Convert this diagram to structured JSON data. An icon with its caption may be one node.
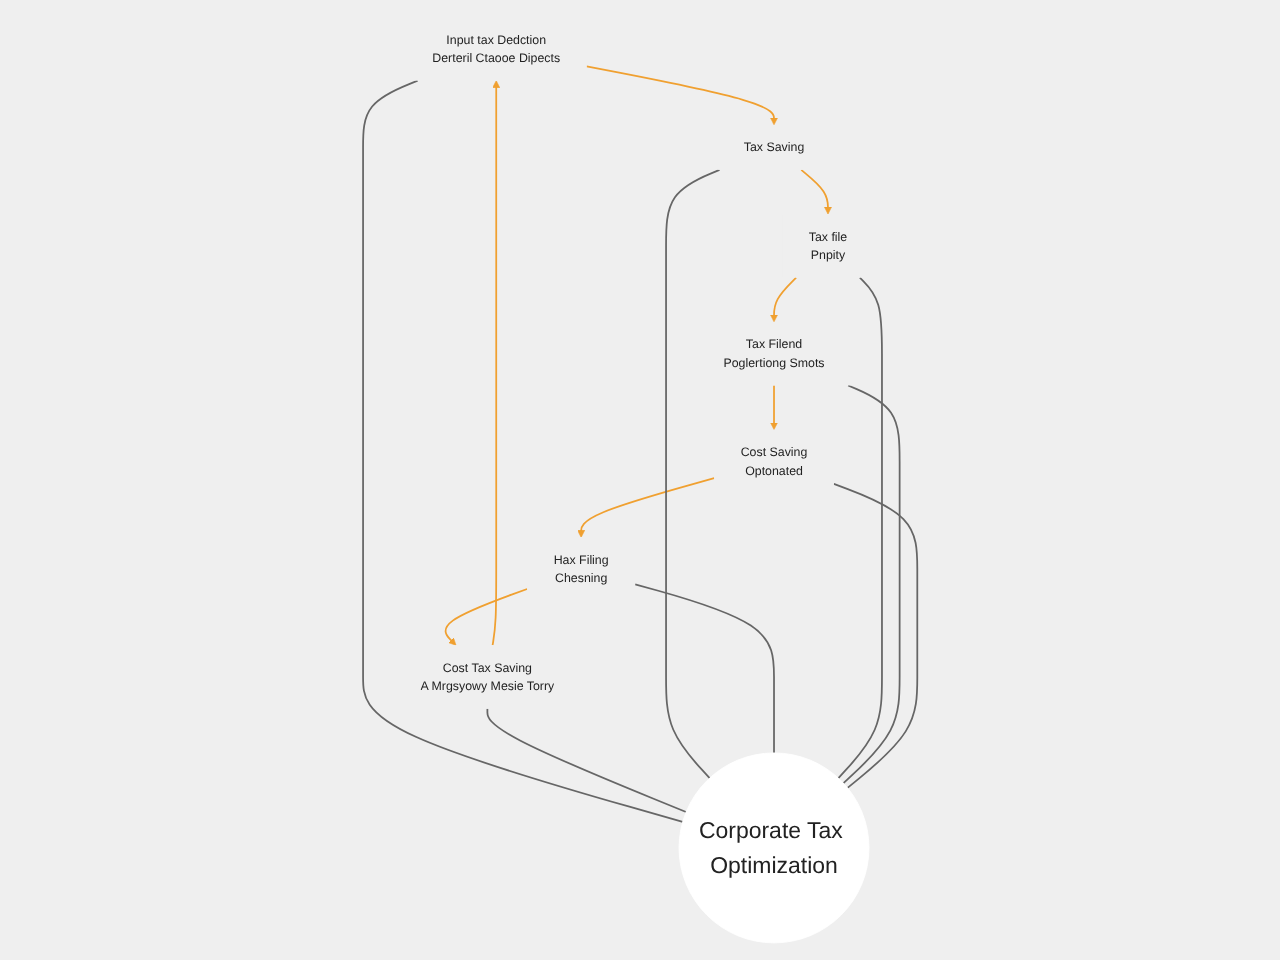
{
  "diagram": {
    "nodes": [
      {
        "text": [
          "Input tax Dedction",
          "Derteril Ctaooe Dipects"
        ]
      },
      {
        "text": [
          "Cost Tax Saving",
          "A Mrgsyowy Mesie Torry"
        ]
      },
      {
        "text": [
          "Tax Saving"
        ]
      },
      {
        "text": [
          "Corporate Tax Optimization"
        ]
      },
      {
        "text": [
          "Hax Filing",
          "Chesning"
        ]
      },
      {
        "text": [
          "Tax file",
          "Pnpity"
        ]
      },
      {
        "text": [
          "Tax Filend",
          "Poglertiong Smots"
        ]
      },
      {
        "text": [
          "Cost Saving",
          "Optonated"
        ]
      }
    ],
    "edges": [
      {
        "from": 0,
        "to": 2,
        "arrow": "to",
        "color": "#f0a030"
      },
      {
        "from": 2,
        "to": 5,
        "arrow": "to",
        "color": "#f0a030"
      },
      {
        "from": 5,
        "to": 6,
        "arrow": "to",
        "color": "#f0a030"
      },
      {
        "from": 6,
        "to": 7,
        "arrow": "to",
        "color": "#f0a030"
      },
      {
        "from": 7,
        "to": 4,
        "arrow": "to",
        "color": "#f0a030"
      },
      {
        "from": 4,
        "to": 1,
        "arrow": "to",
        "color": "#f0a030"
      },
      {
        "from": 1,
        "to": 0,
        "arrow": "to",
        "color": "#f0a030"
      },
      {
        "from": 0,
        "to": 3,
        "arrow": "none",
        "color": "#666666"
      },
      {
        "from": 1,
        "to": 3,
        "arrow": "none",
        "color": "#666666"
      },
      {
        "from": 2,
        "to": 3,
        "arrow": "none",
        "color": "#666666"
      },
      {
        "from": 4,
        "to": 3,
        "arrow": "none",
        "color": "#666666"
      },
      {
        "from": 5,
        "to": 3,
        "arrow": "none",
        "color": "#666666"
      },
      {
        "from": 6,
        "to": 3,
        "arrow": "none",
        "color": "#666666"
      },
      {
        "from": 7,
        "to": 3,
        "arrow": "none",
        "color": "#666666"
      }
    ]
  }
}
